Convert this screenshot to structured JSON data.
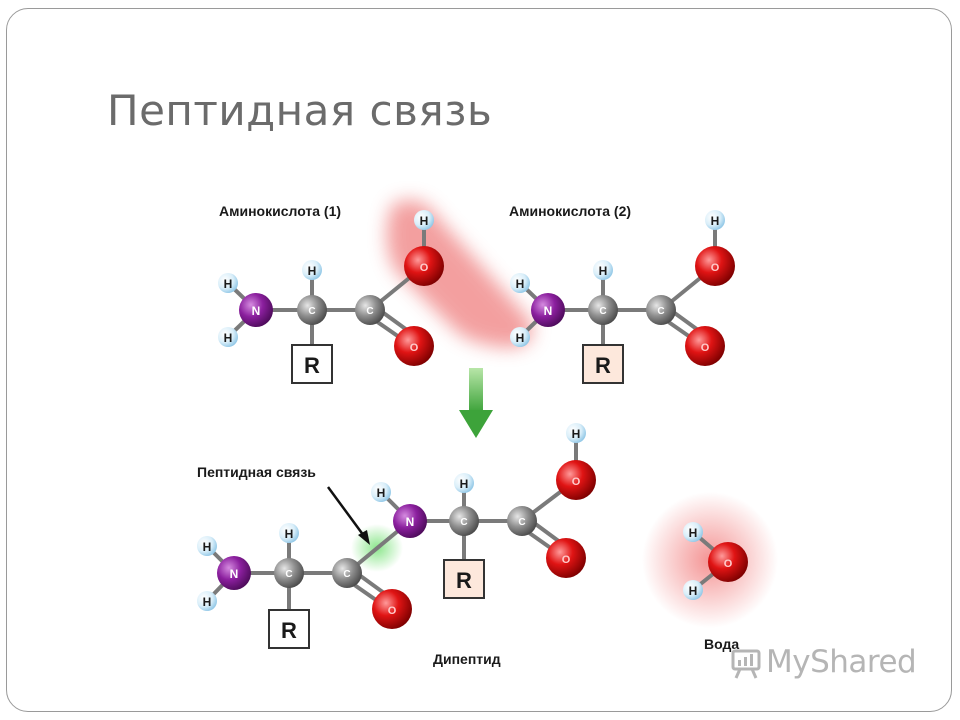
{
  "slide": {
    "title": "Пептидная связь"
  },
  "diagram": {
    "label_amino1": "Аминокислота (1)",
    "label_amino2": "Аминокислота (2)",
    "label_peptide_bond": "Пептидная связь",
    "label_dipeptide": "Дипептид",
    "label_water": "Вода",
    "atom_H": "H",
    "atom_N": "N",
    "atom_C": "C",
    "atom_O": "O",
    "group_R": "R",
    "colors": {
      "hydrogen": "#cfe9f7",
      "nitrogen": "#8b1f9e",
      "carbon": "#8a8a8a",
      "oxygen": "#d51010",
      "highlight_red": "#f28a8a",
      "highlight_green": "#8fe88f",
      "arrow_green": "#56b84a"
    }
  },
  "watermark": {
    "text": "MyShared"
  }
}
